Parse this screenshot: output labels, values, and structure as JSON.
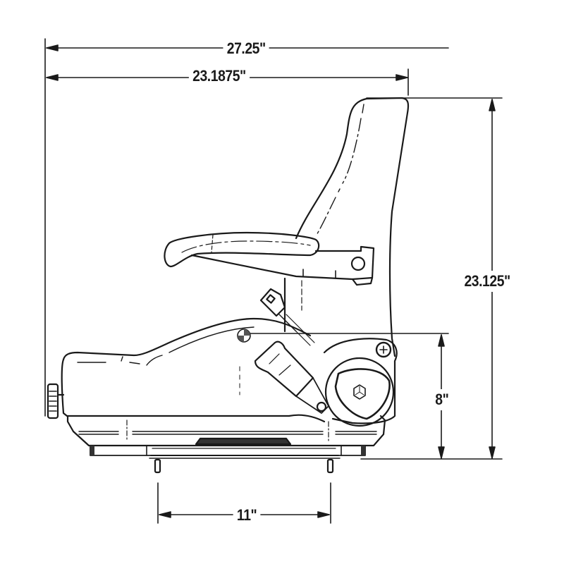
{
  "diagram": {
    "subject": "Suspension seat side-view dimension drawing",
    "colors": {
      "line": "#1a1a1a",
      "background": "#ffffff",
      "accent_fill": "#555555"
    },
    "dimensions": {
      "overall_width": {
        "label": "27.25\"",
        "value_in": 27.25,
        "orientation": "horizontal"
      },
      "seat_width": {
        "label": "23.1875\"",
        "value_in": 23.1875,
        "orientation": "horizontal"
      },
      "overall_height": {
        "label": "23.125\"",
        "value_in": 23.125,
        "orientation": "vertical"
      },
      "seat_height": {
        "label": "8\"",
        "value_in": 8,
        "orientation": "vertical"
      },
      "mounting_bolt_spacing": {
        "label": "11\"",
        "value_in": 11,
        "orientation": "horizontal"
      }
    },
    "components": [
      "backrest",
      "armrest",
      "seat-cushion",
      "recline-knob",
      "adjustment-knob",
      "seat-belt-buckle",
      "pivot-bracket",
      "suspension-base",
      "mounting-studs"
    ]
  }
}
